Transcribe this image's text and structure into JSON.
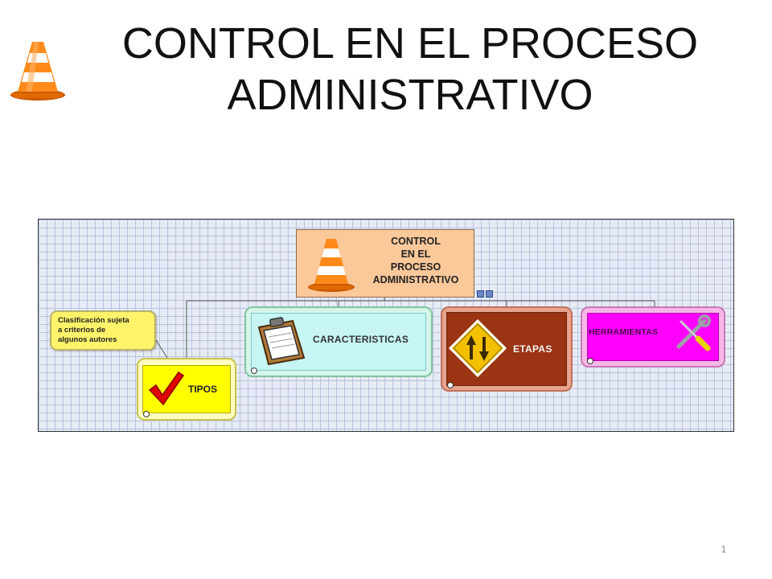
{
  "slide": {
    "title_lines": [
      "CONTROL EN EL PROCESO",
      "ADMINISTRATIVO"
    ],
    "slide_number": "1",
    "logo_icon": "traffic-cone-icon"
  },
  "diagram": {
    "root": {
      "label": "CONTROL\nEN EL\nPROCESO\nADMINISTRATIVO",
      "icon": "traffic-cone-icon",
      "color": "#fbc89a"
    },
    "callout": {
      "text": "Clasificación sujeta\na criterios de\nalgunos autores",
      "color": "#fff36a"
    },
    "children": [
      {
        "id": "tipos",
        "label": "TIPOS",
        "icon": "checkmark-icon",
        "color": "#ffff00"
      },
      {
        "id": "caracteristicas",
        "label": "CARACTERISTICAS",
        "icon": "clipboard-icon",
        "color": "#c6f5f3"
      },
      {
        "id": "etapas",
        "label": "ETAPAS",
        "icon": "up-down-arrows-sign-icon",
        "color": "#9a3412"
      },
      {
        "id": "herramientas",
        "label": "HERRAMIENTAS",
        "icon": "wrench-screwdriver-icon",
        "color": "#ff00ff"
      }
    ]
  }
}
